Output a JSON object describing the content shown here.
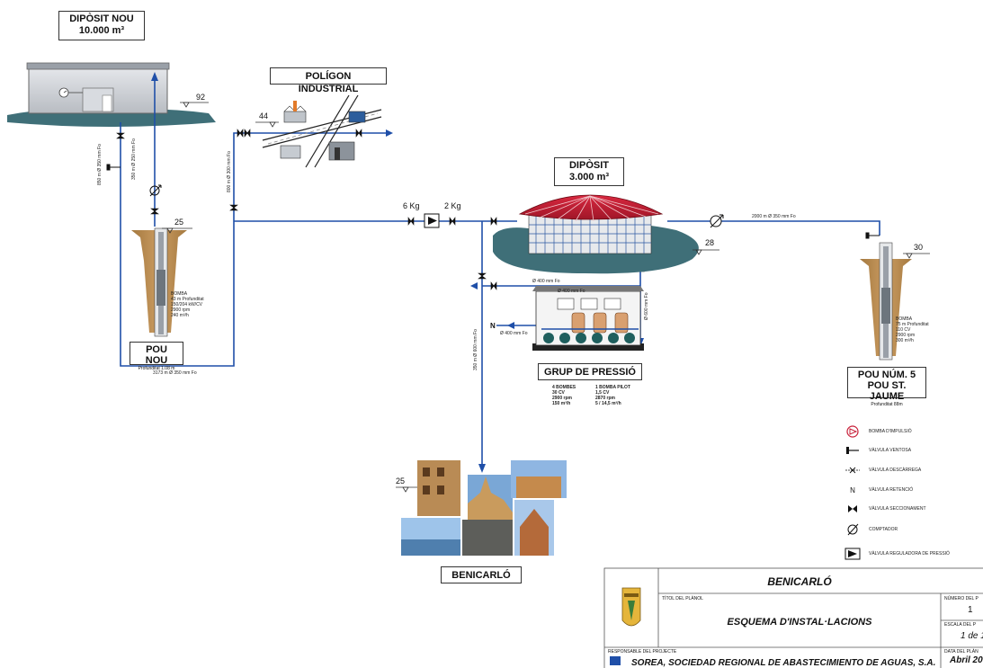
{
  "labels": {
    "diposit_nou_title": "DIPÒSIT NOU",
    "diposit_nou_volume": "10.000 m³",
    "poligon": "POLÍGON INDUSTRIAL",
    "diposit_title": "DIPÒSIT",
    "diposit_volume": "3.000 m³",
    "pou_nou": "POU NOU",
    "pou_nou_sub": "Profunditat 1.08 m",
    "pou5_line1": "POU NÚM. 5",
    "pou5_line2": "POU ST. JAUME",
    "pou5_sub": "Profunditat 88m",
    "grup_pressio": "GRUP DE PRESSIÓ",
    "benicarlo": "BENICARLÓ"
  },
  "levels": {
    "l92": "92",
    "l44": "44",
    "l25a": "25",
    "l28": "28",
    "l30": "30",
    "l25b": "25"
  },
  "pressures": {
    "p6": "6 Kg",
    "p2": "2 Kg"
  },
  "pipes": {
    "left_down": "850 m Ø 350 mm Fo",
    "left_up": "350 m Ø 250 mm Fo",
    "pol_branch": "800 m Ø 300 mm Fo",
    "main_bottom": "3173 m Ø 350 mm Fo",
    "right_main": "2000 m Ø 350 mm Fo",
    "g400a": "Ø 400 mm Fo",
    "g400b": "Ø 400 mm Fo",
    "g400c": "Ø 400 mm Fo",
    "g600": "Ø 600 mm Fo",
    "ben_vert": "350 m Ø 600 mm Fo"
  },
  "bomba_nou": [
    "BOMBA",
    "43 m Profunditat",
    "150/204 kW/CV",
    "2900 rpm",
    "240 m³/h"
  ],
  "bomba_5": [
    "BOMBA",
    "75 m Profunditat",
    "110 CV",
    "2900 rpm",
    "300 m³/h"
  ],
  "grup_specs_left": [
    "4 BOMBES",
    "30 CV",
    "2900 rpm",
    "150 m³/h"
  ],
  "grup_specs_right": [
    "1 BOMBA PILOT",
    "1,5 CV",
    "2870 rpm",
    "5 / 14,5 m³/h"
  ],
  "legend": [
    {
      "icon": "pump-icon",
      "text": "BOMBA D'IMPULSIÓ"
    },
    {
      "icon": "air-valve-icon",
      "text": "VÀLVULA VENTOSA"
    },
    {
      "icon": "drain-valve-icon",
      "text": "VÀLVULA DESCÀRREGA"
    },
    {
      "icon": "check-valve-icon",
      "text": "VÀLVULA RETENCIÓ"
    },
    {
      "icon": "gate-valve-icon",
      "text": "VÀLVULA SECCIONAMENT"
    },
    {
      "icon": "meter-icon",
      "text": "COMPTADOR"
    },
    {
      "icon": "pressure-valve-icon",
      "text": "VÀLVULA REGULADORA DE PRESSIÓ"
    }
  ],
  "title_block": {
    "project": "BENICARLÓ",
    "plan_label": "TÍTOL DEL PLÀNOL",
    "plan_title": "ESQUEMA D'INSTAL·LACIONS",
    "number_label": "NÚMERO DEL P",
    "number_value": "1",
    "scale_label": "ESCALA DEL P",
    "scale_value": "1 de 1",
    "responsible_label": "RESPONSABLE DEL PROJECTE",
    "company": "SOREA, SOCIEDAD REGIONAL DE ABASTECIMIENTO DE AGUAS, S.A.",
    "date_label": "DATA DEL PLÀN",
    "date_value": "Abril 20"
  },
  "colors": {
    "pipe": "#1f4fa8",
    "ground": "#3f6f78",
    "dome": "#c8203a",
    "tank": "#cfd3d8"
  }
}
